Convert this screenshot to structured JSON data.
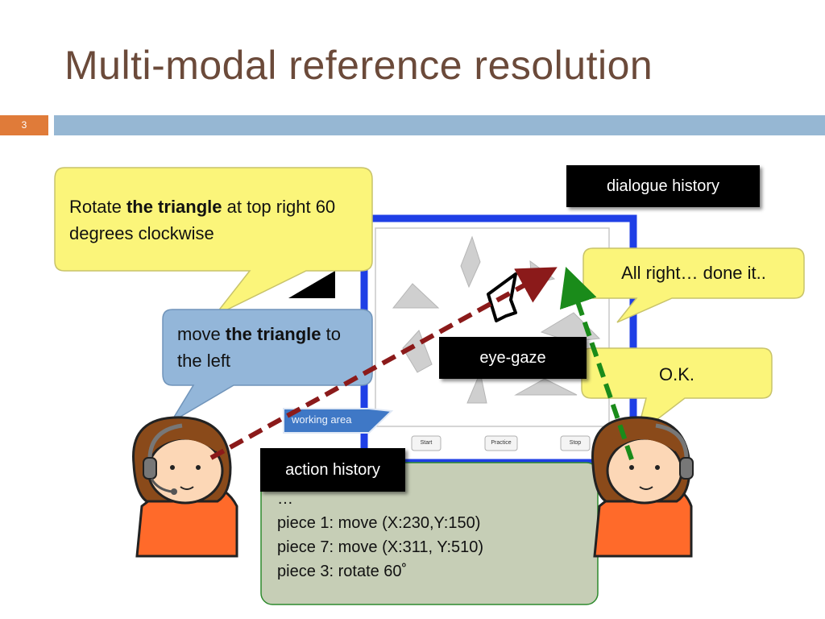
{
  "slide": {
    "title": "Multi-modal reference resolution",
    "number": "3"
  },
  "bubbles": {
    "top_left": {
      "pre": "Rotate ",
      "bold": "the triangle",
      "post": " at top right 60 degrees clockwise"
    },
    "middle_left": {
      "pre": "move ",
      "bold": "the triangle",
      "post": " to the left"
    },
    "right_top": {
      "text": "All right… done it.."
    },
    "right_bottom": {
      "text": "O.K."
    }
  },
  "tags": {
    "dialogue_history": "dialogue history",
    "eye_gaze": "eye-gaze",
    "action_history": "action history"
  },
  "screen": {
    "working_area_label": "working area",
    "buttons": [
      "Start",
      "Practice",
      "Stop"
    ]
  },
  "action_log": [
    "…",
    "piece 1: move (X:230,Y:150)",
    "piece 7: move (X:311, Y:510)",
    "piece 3: rotate 60˚"
  ],
  "colors": {
    "title": "#6b4a3a",
    "slide_number_bg": "#e07b39",
    "title_bar": "#96b7d3",
    "yellow_bubble": "#fbf57a",
    "blue_bubble": "#93b6d9",
    "action_box": "#c6ceb6",
    "screen_border": "#1f3fe6",
    "gaze_arrow_red": "#8b1a1a",
    "gaze_arrow_green": "#1a8b1a"
  }
}
